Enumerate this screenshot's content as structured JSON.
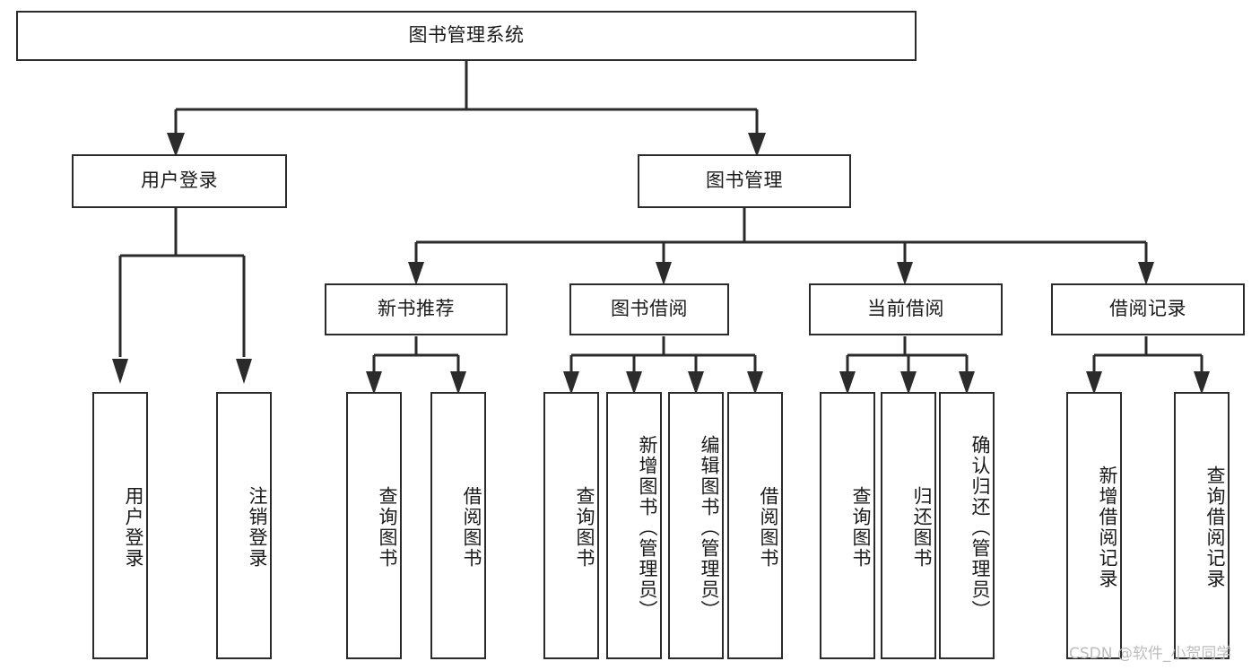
{
  "diagram": {
    "type": "tree",
    "title": "图书管理系统",
    "root": {
      "label": "图书管理系统",
      "level": 0
    },
    "level1": [
      {
        "label": "用户登录"
      },
      {
        "label": "图书管理"
      }
    ],
    "level2": [
      {
        "label": "新书推荐",
        "parent": "图书管理"
      },
      {
        "label": "图书借阅",
        "parent": "图书管理"
      },
      {
        "label": "当前借阅",
        "parent": "图书管理"
      },
      {
        "label": "借阅记录",
        "parent": "图书管理"
      }
    ],
    "leaves": [
      {
        "label": "用户登录",
        "parent": "用户登录"
      },
      {
        "label": "注销登录",
        "parent": "用户登录"
      },
      {
        "label": "查询图书",
        "parent": "新书推荐"
      },
      {
        "label": "借阅图书",
        "parent": "新书推荐"
      },
      {
        "label": "查询图书",
        "parent": "图书借阅"
      },
      {
        "label": "新增图书（管理员）",
        "parent": "图书借阅"
      },
      {
        "label": "编辑图书（管理员）",
        "parent": "图书借阅"
      },
      {
        "label": "借阅图书",
        "parent": "图书借阅"
      },
      {
        "label": "查询图书",
        "parent": "当前借阅"
      },
      {
        "label": "归还图书",
        "parent": "当前借阅"
      },
      {
        "label": "确认归还（管理员）",
        "parent": "当前借阅"
      },
      {
        "label": "新增借阅记录",
        "parent": "借阅记录"
      },
      {
        "label": "查询借阅记录",
        "parent": "借阅记录"
      }
    ],
    "watermark": "CSDN @软件_小贺同学",
    "colors": {
      "stroke": "#2b2b2b",
      "background": "#ffffff",
      "text": "#1a1a1a",
      "watermark": "#bdbdbd"
    }
  }
}
